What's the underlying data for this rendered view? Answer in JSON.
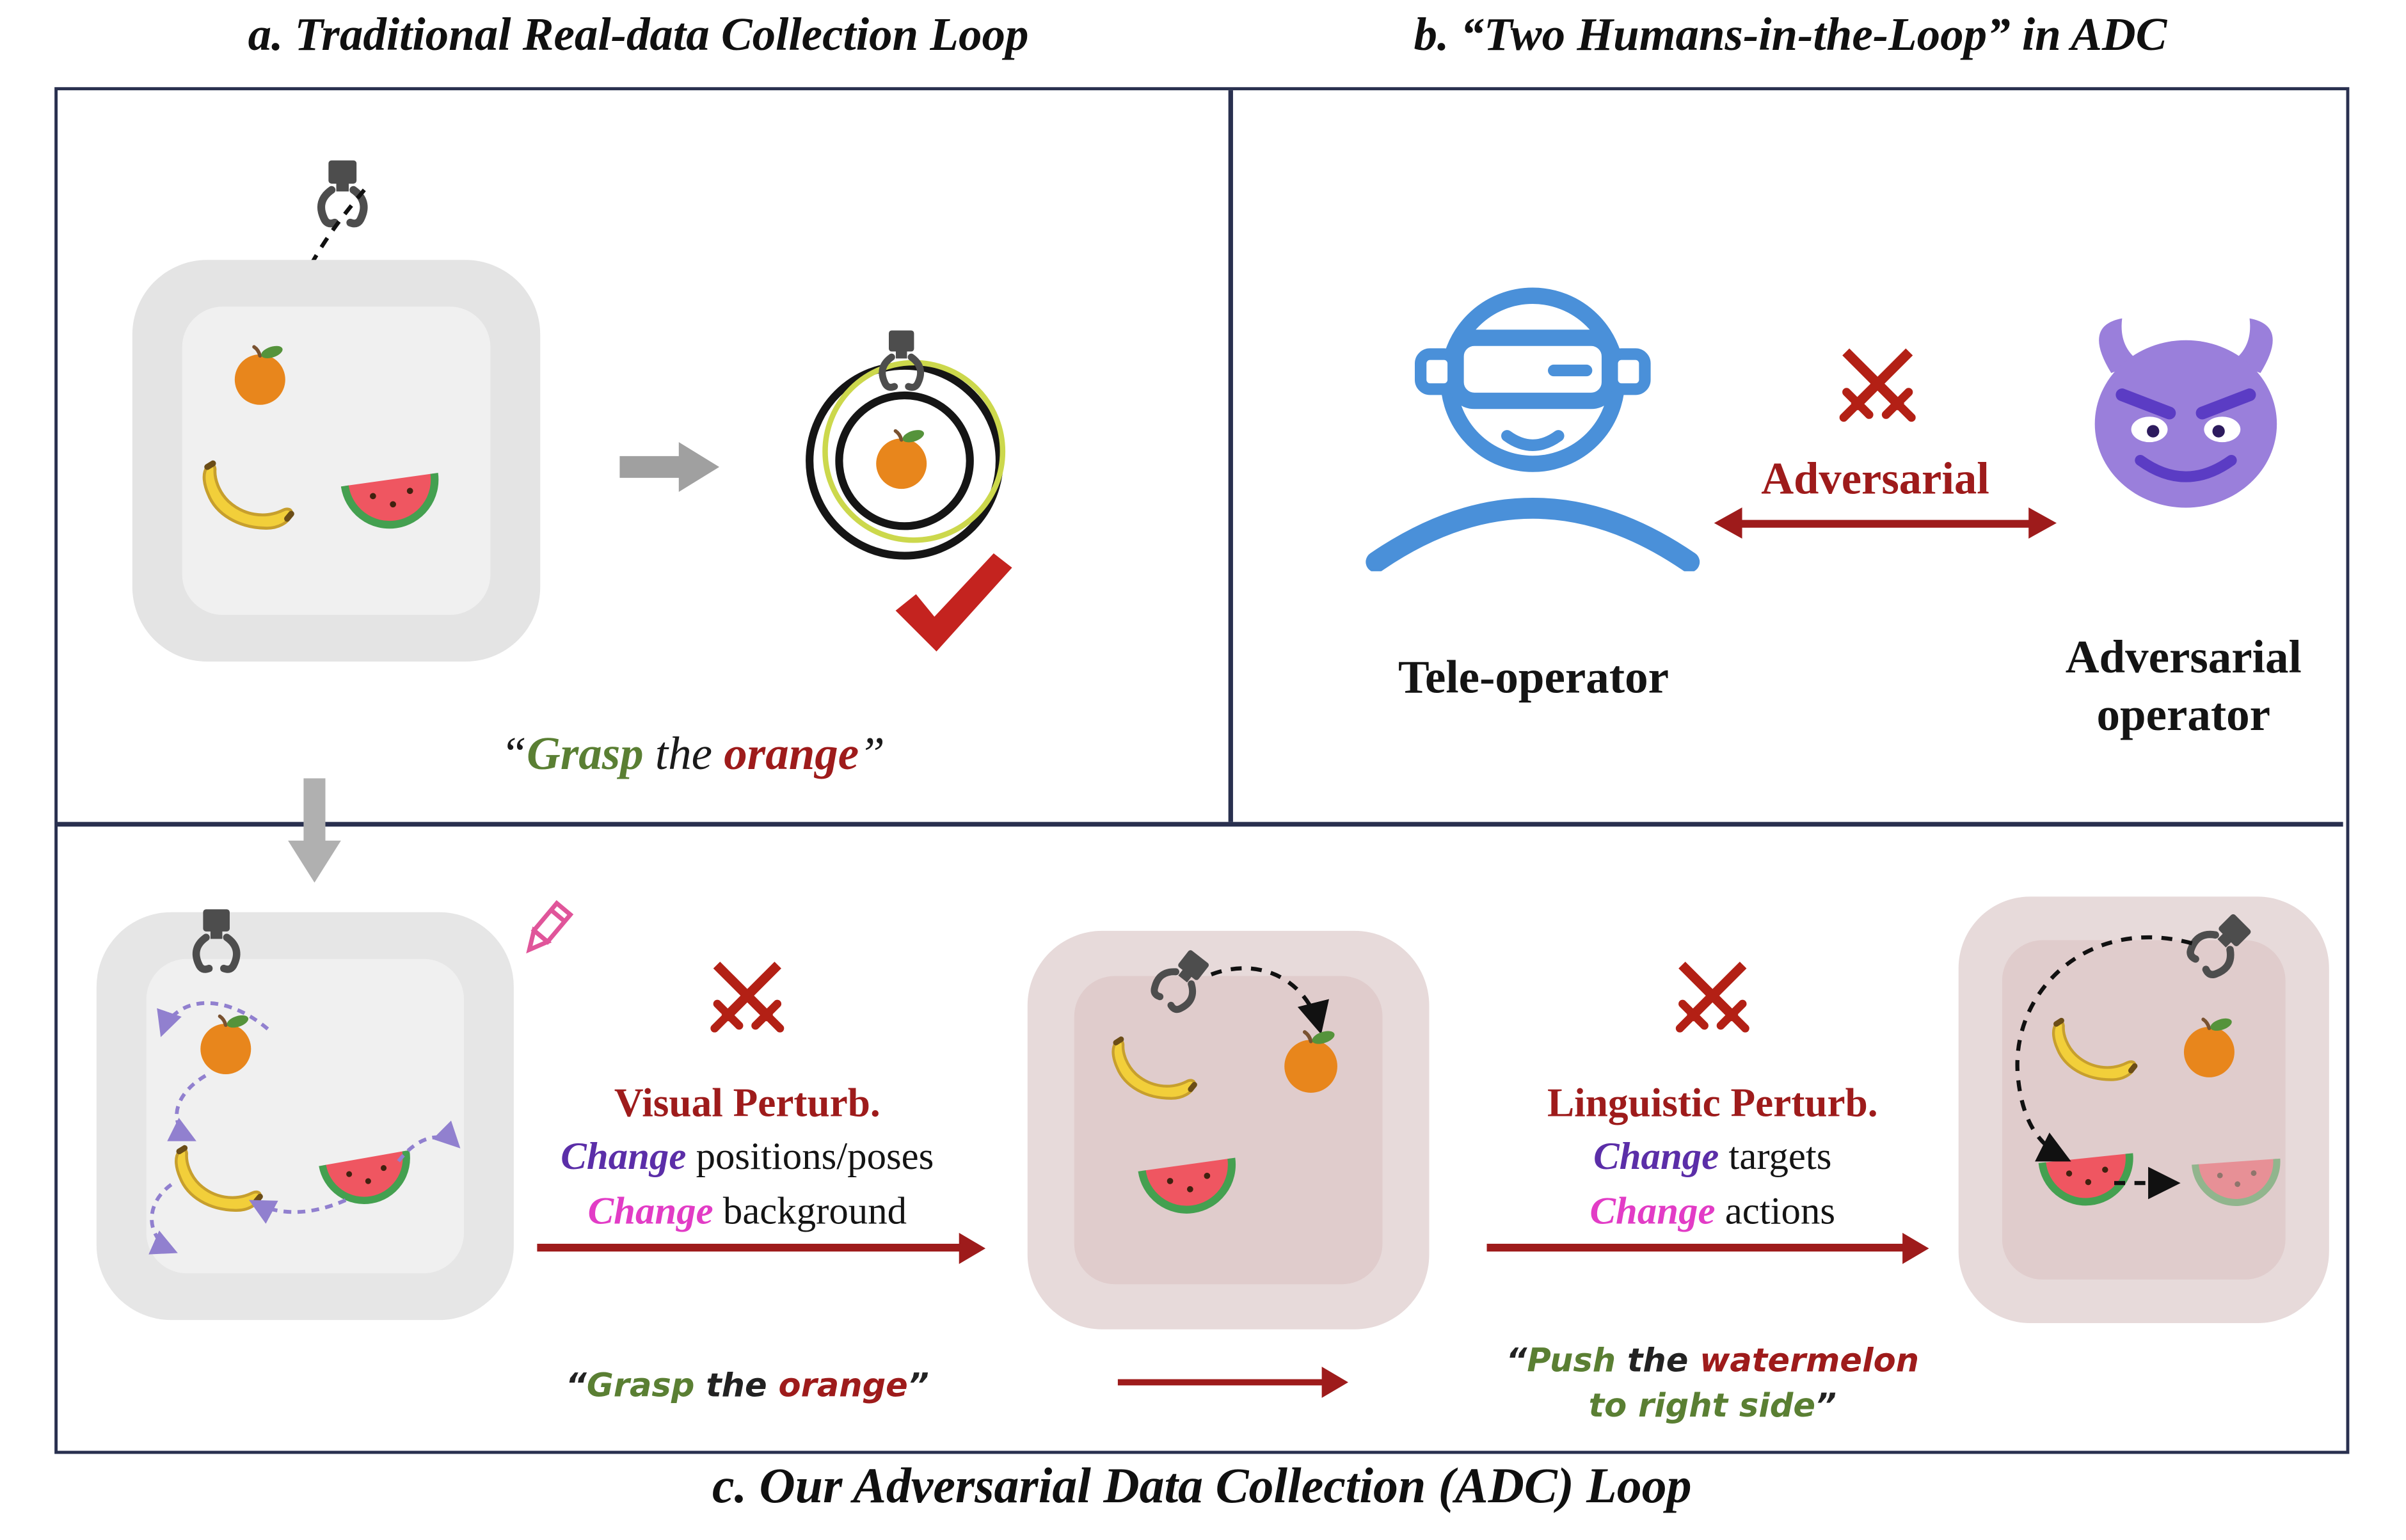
{
  "titles": {
    "panel_a": "a. Traditional Real-data Collection Loop",
    "panel_b": "b. “Two Humans-in-the-Loop” in ADC",
    "panel_c": "c. Our Adversarial Data Collection (ADC) Loop"
  },
  "panel_a": {
    "instruction": {
      "open_quote": "“",
      "verb": "Grasp",
      "connector": " the ",
      "object": "orange",
      "close_quote": "”"
    }
  },
  "panel_b": {
    "teleoperator_label": "Tele-operator",
    "adversarial_label": "Adversarial",
    "adversarial_operator_line1": "Adversarial",
    "adversarial_operator_line2": "operator"
  },
  "panel_c": {
    "visual_perturb": {
      "title": "Visual Perturb.",
      "line1_emph": "Change",
      "line1_rest": " positions/poses",
      "line2_emph": "Change",
      "line2_rest": " background"
    },
    "linguistic_perturb": {
      "title": "Linguistic Perturb.",
      "line1_emph": "Change",
      "line1_rest": " targets",
      "line2_emph": "Change",
      "line2_rest": " actions"
    },
    "instruction_grasp": {
      "open_quote": "“",
      "verb": "Grasp",
      "connector": " the ",
      "object": "orange",
      "close_quote": "”"
    },
    "instruction_push": {
      "open_quote": "“",
      "verb": "Push",
      "connector": " the ",
      "object": "watermelon",
      "line2_text": "to right side",
      "close_quote": "”"
    }
  },
  "icons": {
    "gripper": "robot-gripper-icon",
    "orange": "orange-icon",
    "banana": "banana-icon",
    "watermelon": "watermelon-slice-icon",
    "crossed_swords": "crossed-swords-icon",
    "teleoperator": "vr-headset-operator-icon",
    "adversarial_operator": "devil-face-icon",
    "success": "red-checkmark-icon",
    "edit": "pink-pencil-icon"
  },
  "colors": {
    "dark-red": "#9e1b1b",
    "sword-red": "#b32015",
    "check-red": "#c4231f",
    "green": "#5a7f33",
    "purple": "#5b2ea8",
    "magenta": "#e23cc6",
    "blue": "#4a90d9",
    "devil-purple": "#9a7fdb",
    "pencil-pink": "#e0559a",
    "frame-navy": "#29304f"
  }
}
